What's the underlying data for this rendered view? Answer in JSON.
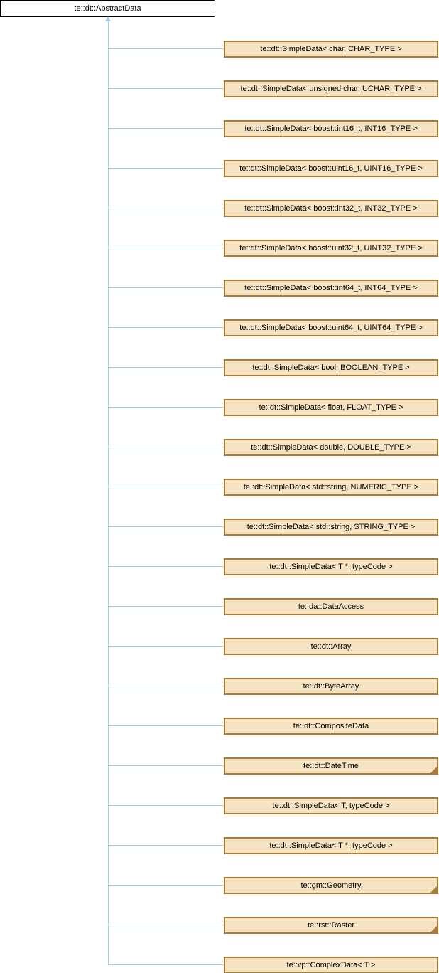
{
  "diagram": {
    "type": "class-inheritance",
    "root_label": "te::dt::AbstractData",
    "children": [
      {
        "label": "te::dt::SimpleData< char, CHAR_TYPE >",
        "subclass_marker": false
      },
      {
        "label": "te::dt::SimpleData< unsigned char, UCHAR_TYPE >",
        "subclass_marker": false
      },
      {
        "label": "te::dt::SimpleData< boost::int16_t, INT16_TYPE >",
        "subclass_marker": false
      },
      {
        "label": "te::dt::SimpleData< boost::uint16_t, UINT16_TYPE >",
        "subclass_marker": false
      },
      {
        "label": "te::dt::SimpleData< boost::int32_t, INT32_TYPE >",
        "subclass_marker": false
      },
      {
        "label": "te::dt::SimpleData< boost::uint32_t, UINT32_TYPE >",
        "subclass_marker": false
      },
      {
        "label": "te::dt::SimpleData< boost::int64_t, INT64_TYPE >",
        "subclass_marker": false
      },
      {
        "label": "te::dt::SimpleData< boost::uint64_t, UINT64_TYPE >",
        "subclass_marker": false
      },
      {
        "label": "te::dt::SimpleData< bool, BOOLEAN_TYPE >",
        "subclass_marker": false
      },
      {
        "label": "te::dt::SimpleData< float, FLOAT_TYPE >",
        "subclass_marker": false
      },
      {
        "label": "te::dt::SimpleData< double, DOUBLE_TYPE >",
        "subclass_marker": false
      },
      {
        "label": "te::dt::SimpleData< std::string, NUMERIC_TYPE >",
        "subclass_marker": false
      },
      {
        "label": "te::dt::SimpleData< std::string, STRING_TYPE >",
        "subclass_marker": false
      },
      {
        "label": "te::dt::SimpleData< T *, typeCode >",
        "subclass_marker": false
      },
      {
        "label": "te::da::DataAccess",
        "subclass_marker": false
      },
      {
        "label": "te::dt::Array",
        "subclass_marker": false
      },
      {
        "label": "te::dt::ByteArray",
        "subclass_marker": false
      },
      {
        "label": "te::dt::CompositeData",
        "subclass_marker": false
      },
      {
        "label": "te::dt::DateTime",
        "subclass_marker": true
      },
      {
        "label": "te::dt::SimpleData< T, typeCode >",
        "subclass_marker": false
      },
      {
        "label": "te::dt::SimpleData< T *, typeCode >",
        "subclass_marker": false
      },
      {
        "label": "te::gm::Geometry",
        "subclass_marker": true
      },
      {
        "label": "te::rst::Raster",
        "subclass_marker": true
      },
      {
        "label": "te::vp::ComplexData< T >",
        "subclass_marker": false
      }
    ],
    "colors": {
      "node_fill": "#F5E3C2",
      "node_border": "#AA7A33",
      "root_fill": "#FFFFFF",
      "root_border": "#000000",
      "connector": "#A3CEE8",
      "text": "#000000",
      "background": "#FFFFFF"
    }
  }
}
